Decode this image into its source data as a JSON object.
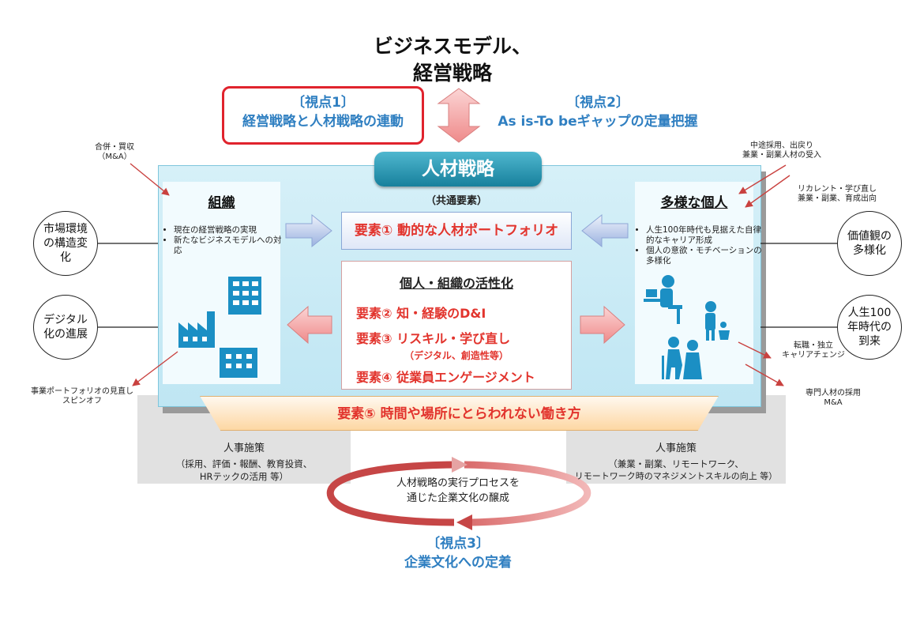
{
  "title": {
    "line1": "ビジネスモデル、",
    "line2": "経営戦略"
  },
  "viewpoints": {
    "v1": {
      "label": "〔視点1〕",
      "text": "経営戦略と人材戦略の連動"
    },
    "v2": {
      "label": "〔視点2〕",
      "text": "As is-To beギャップの定量把握"
    },
    "v3": {
      "label": "〔視点3〕",
      "text": "企業文化への定着"
    }
  },
  "banner": "人材戦略",
  "organization": {
    "title": "組織",
    "bullets": [
      "現在の経営戦略の実現",
      "新たなビジネスモデルへの対応"
    ]
  },
  "individuals": {
    "title": "多様な個人",
    "bullets": [
      "人生100年時代も見据えた自律的なキャリア形成",
      "個人の意欲・モチベーションの多様化"
    ]
  },
  "common": {
    "label": "（共通要素）",
    "element1": "要素① 動的な人材ポートフォリオ"
  },
  "activation": {
    "title": "個人・組織の活性化",
    "element2": "要素② 知・経験のD&I",
    "element3": "要素③ リスキル・学び直し",
    "element3_sub": "（デジタル、創造性等）",
    "element4": "要素④ 従業員エンゲージメント"
  },
  "element5": "要素⑤ 時間や場所にとらわれない働き方",
  "circles": {
    "market": "市場環境の構造変化",
    "digital": "デジタル化の進展",
    "values": "価値観の多様化",
    "life100": "人生100年時代の到来"
  },
  "notes": {
    "merger": [
      "合併・買収",
      "（M&A）"
    ],
    "spinoff": [
      "事業ポートフォリオの見直し",
      "スピンオフ"
    ],
    "midcareer": [
      "中途採用、出戻り",
      "兼業・副業人材の受入"
    ],
    "recurrent": [
      "リカレント・学び直し",
      "兼業・副業、育成出向"
    ],
    "career": [
      "転職・独立",
      "キャリアチェンジ"
    ],
    "specialist": [
      "専門人材の採用",
      "M&A"
    ]
  },
  "hr_left": {
    "title": "人事施策",
    "lines": [
      "（採用、評価・報酬、教育投資、",
      "HRテックの活用 等）"
    ]
  },
  "hr_right": {
    "title": "人事施策",
    "lines": [
      "（兼業・副業、リモートワーク、",
      "リモートワーク時のマネジメントスキルの向上 等）"
    ]
  },
  "cycle": {
    "lines": [
      "人材戦略の実行プロセスを",
      "通じた企業文化の醸成"
    ]
  },
  "colors": {
    "accent_blue": "#2f7fc1",
    "accent_red": "#e2342d",
    "icon_blue": "#1b8fc4",
    "banner": "#17809c"
  }
}
